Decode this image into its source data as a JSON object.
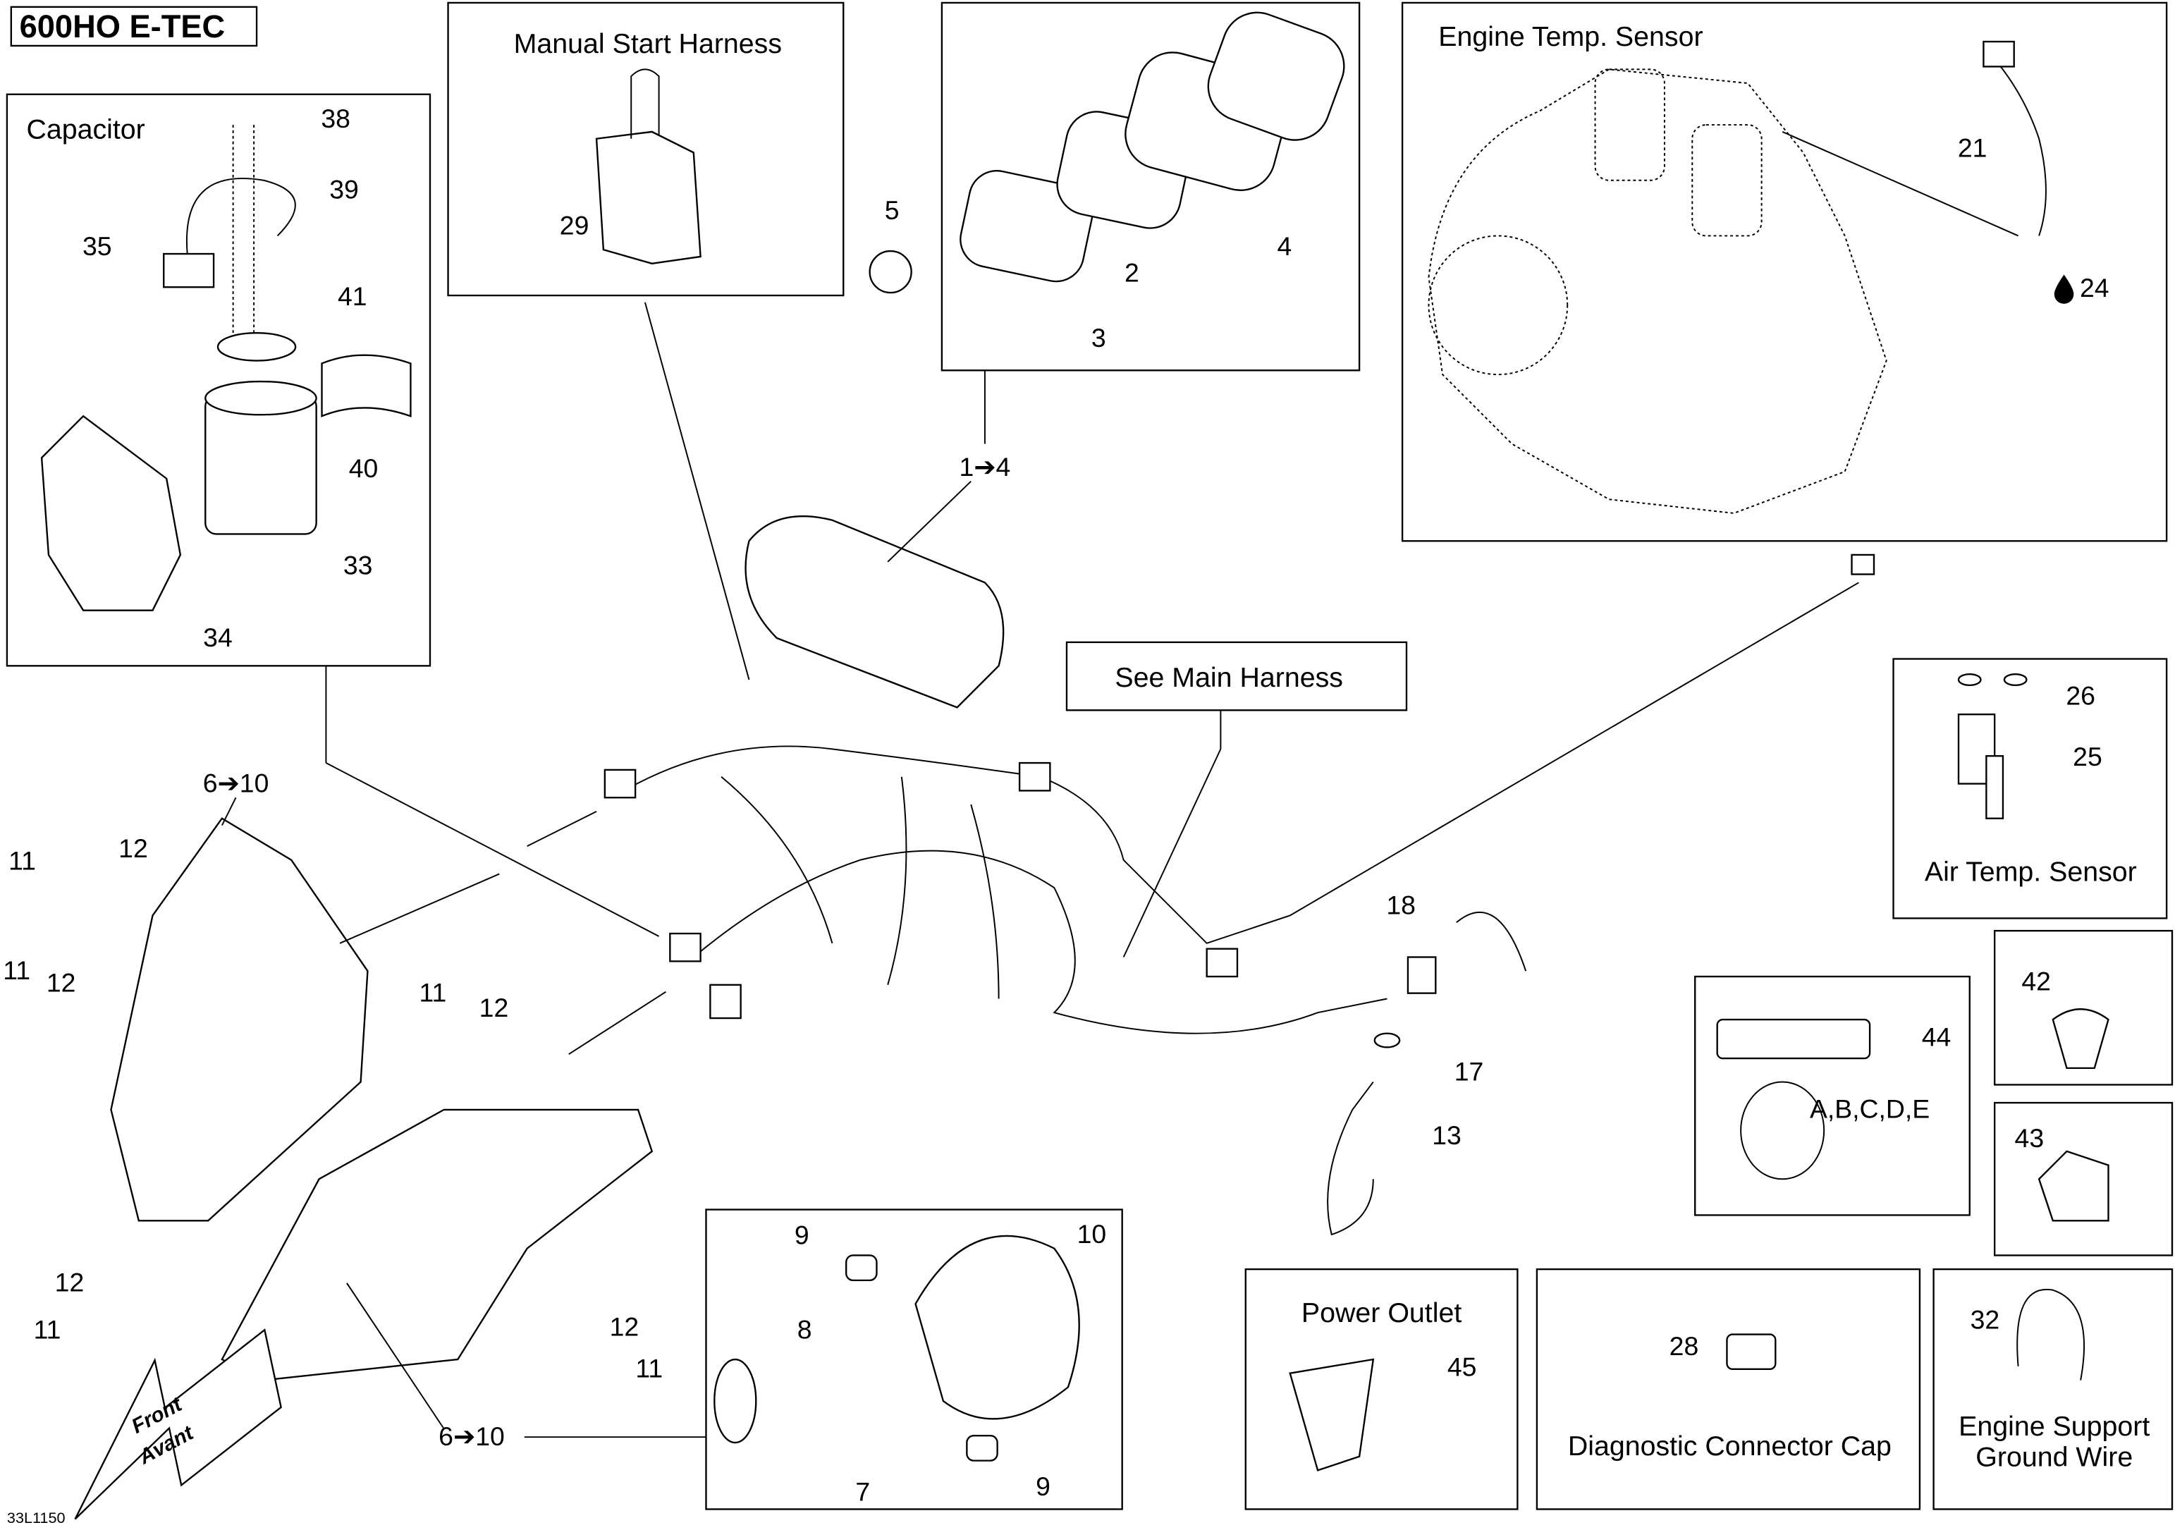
{
  "model_title": "600HO E-TEC",
  "part_code": "33L1150",
  "front_arrow": {
    "line1": "Front",
    "line2": "Avant"
  },
  "boxes": {
    "capacitor": "Capacitor",
    "manual_start_harness": "Manual Start Harness",
    "engine_temp_sensor": "Engine Temp. Sensor",
    "see_main_harness": "See Main Harness",
    "air_temp_sensor": "Air Temp. Sensor",
    "power_outlet": "Power Outlet",
    "diagnostic_connector_cap": "Diagnostic Connector Cap",
    "engine_support_ground_wire_line1": "Engine Support",
    "engine_support_ground_wire_line2": "Ground Wire"
  },
  "callouts": [
    "38",
    "39",
    "35",
    "41",
    "40",
    "33",
    "34",
    "29",
    "5",
    "2",
    "4",
    "3",
    "21",
    "24",
    "1➔4",
    "26",
    "25",
    "6➔10",
    "11",
    "12",
    "11",
    "12",
    "11",
    "12",
    "18",
    "17",
    "13",
    "44",
    "A,B,C,D,E",
    "42",
    "43",
    "12",
    "11",
    "12",
    "11",
    "6➔10",
    "9",
    "10",
    "8",
    "7",
    "9",
    "28",
    "45",
    "32"
  ]
}
